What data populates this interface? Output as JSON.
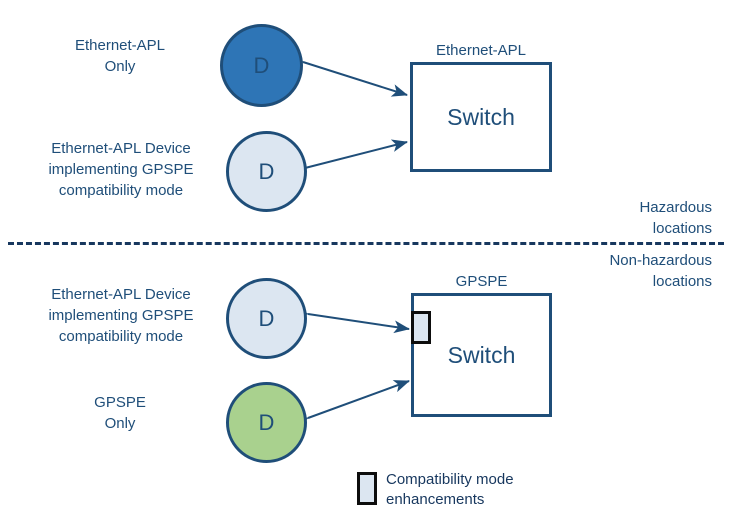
{
  "diagram": {
    "title_absent": true,
    "colors": {
      "dark_blue_node": "#2e75b6",
      "light_blue_node": "#dce6f1",
      "green_node": "#a9d18e",
      "outline": "#1f4e79",
      "text": "#1f4e79",
      "compat_border": "#0d0d0d",
      "divider": "#17375e"
    },
    "zones": {
      "hazardous_label": "Hazardous\nlocations",
      "non_hazardous_label": "Non-hazardous\nlocations"
    },
    "hazardous_section": {
      "devices": [
        {
          "label": "Ethernet-APL\nOnly",
          "glyph": "D",
          "style": "dark"
        },
        {
          "label": "Ethernet-APL Device\nimplementing GPSPE\ncompatibility mode",
          "glyph": "D",
          "style": "light"
        }
      ],
      "switch": {
        "caption": "Ethernet-APL",
        "text": "Switch"
      }
    },
    "non_hazardous_section": {
      "devices": [
        {
          "label": "Ethernet-APL Device\nimplementing GPSPE\ncompatibility mode",
          "glyph": "D",
          "style": "light"
        },
        {
          "label": "GPSPE\nOnly",
          "glyph": "D",
          "style": "green"
        }
      ],
      "switch": {
        "caption": "GPSPE",
        "text": "Switch"
      }
    },
    "legend": {
      "text": "Compatibility mode\nenhancements"
    }
  }
}
